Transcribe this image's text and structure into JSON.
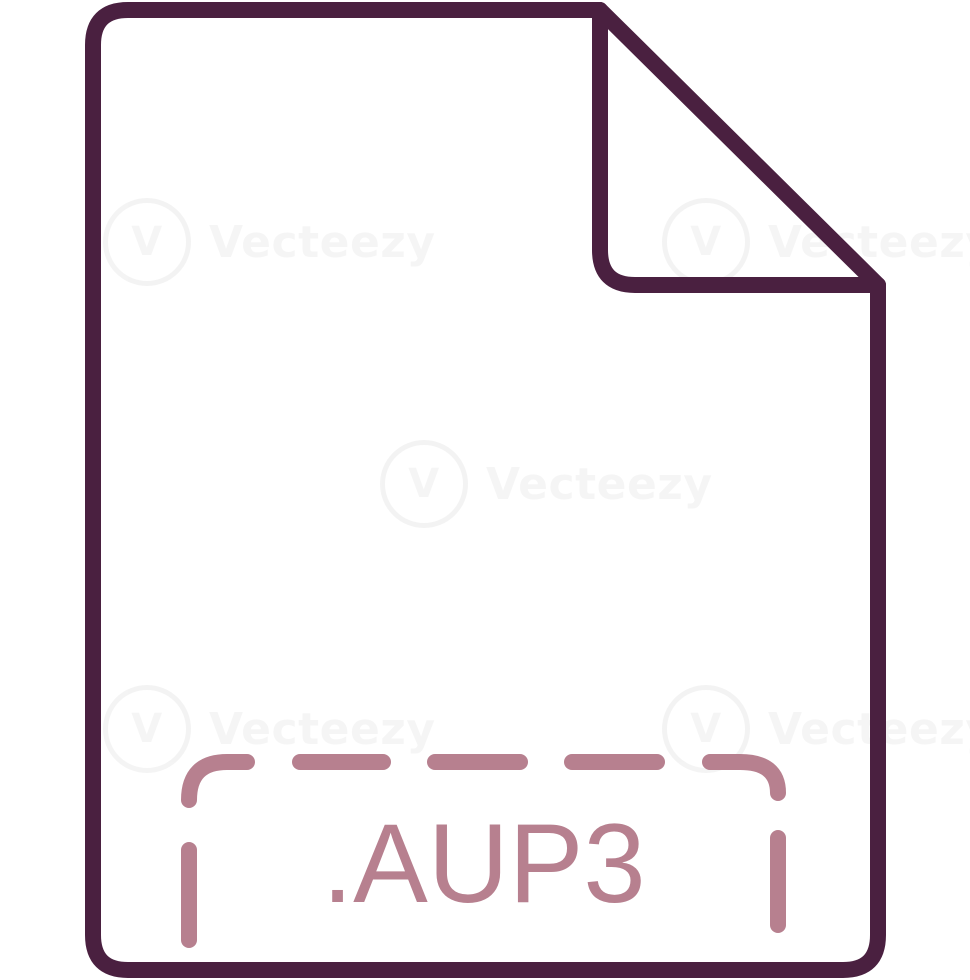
{
  "document": {
    "extension_label": ".AUP3"
  },
  "watermark": {
    "text": "Vecteezy",
    "logo_glyph": "V"
  },
  "colors": {
    "outline": "#4a2040",
    "label": "#b7808f",
    "background": "#ffffff"
  },
  "icons": {
    "main": "file-icon",
    "corner": "folded-corner-icon",
    "frame": "dashed-label-frame-icon"
  }
}
